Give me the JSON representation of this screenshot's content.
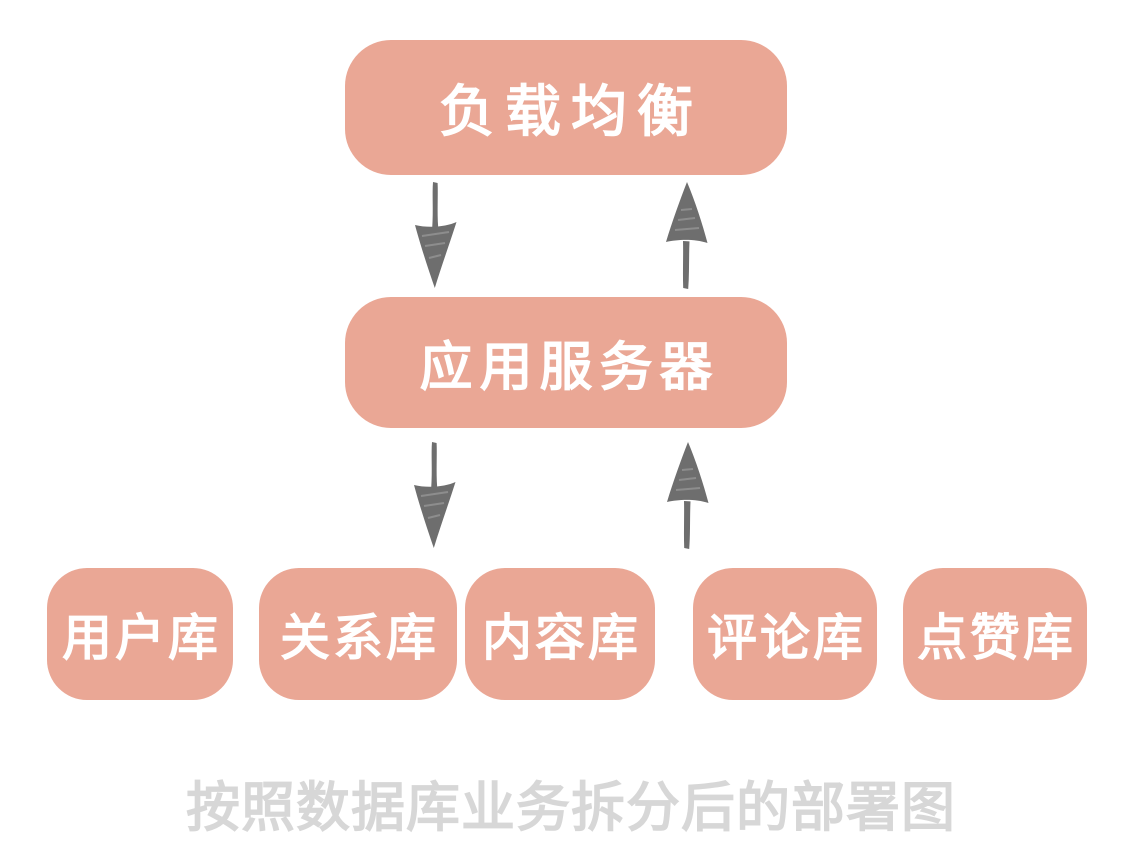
{
  "caption": "按照数据库业务拆分后的部署图",
  "nodes": {
    "load_balancer": {
      "label": "负载均衡"
    },
    "app_server": {
      "label": "应用服务器"
    }
  },
  "databases": [
    {
      "label": "用户库"
    },
    {
      "label": "关系库"
    },
    {
      "label": "内容库"
    },
    {
      "label": "评论库"
    },
    {
      "label": "点赞库"
    }
  ],
  "icons": {
    "arrow_down": "hand-drawn downward arrow",
    "arrow_up": "hand-drawn upward arrow"
  },
  "colors": {
    "node_fill": "#EAA795",
    "node_text": "#FFFFFF",
    "arrow": "#6E6E6E",
    "caption_text": "#D7D7D7",
    "background": "#FFFFFF"
  }
}
